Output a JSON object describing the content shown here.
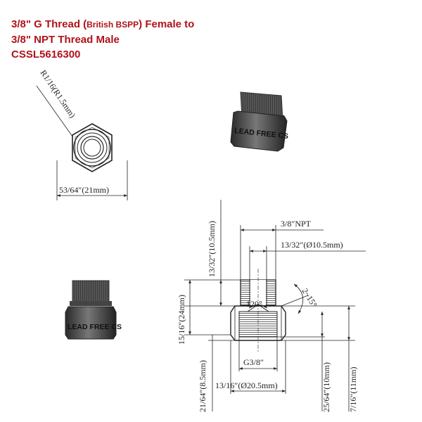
{
  "title": {
    "line1_a": "3/8\" G Thread (",
    "line1_b": "British BSPP",
    "line1_c": ") Female to",
    "line2": "3/8\" NPT Thread Male",
    "line3": "CSSL5616300"
  },
  "top_view": {
    "thread_note": "R1/16(R1.5mm)",
    "hex_width": "53/64″(21mm)"
  },
  "product_marking": "LEAD FREE CS",
  "side_view": {
    "npt_label": "3/8″NPT",
    "npt_length": "13/32″(10.5mm)",
    "npt_diameter": "13/32″(Ø10.5mm)",
    "chamfer_angle": "2~15°",
    "bore_angle": "120°",
    "overall_height": "15/16″(24mm)",
    "female_thread": "G3/8″",
    "hex_height": "21/64″(8.5mm)",
    "body_diameter": "13/16″(Ø20.5mm)",
    "female_depth": "25/64″(10mm)",
    "lower_height": "7/16″(11mm)"
  }
}
